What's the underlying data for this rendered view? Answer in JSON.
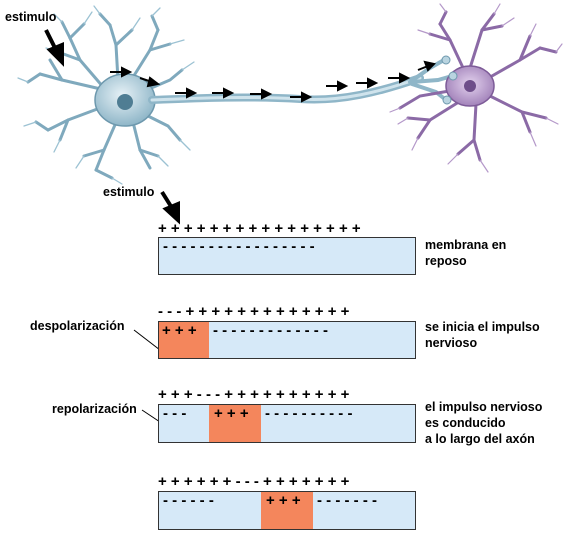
{
  "labels": {
    "stimulus_top": "estimulo",
    "stimulus_mid": "estimulo",
    "resting_line1": "membrana en",
    "resting_line2": "reposo",
    "depolarization": "despolarización",
    "impulse_start_line1": "se inicia el impulso",
    "impulse_start_line2": "nervioso",
    "repolarization": "repolarización",
    "conduction_line1": "el impulso nervioso",
    "conduction_line2": "es conducido",
    "conduction_line3": "a lo largo del axón"
  },
  "rows": [
    {
      "outer": "+ + + + + + + + + + + + + + + +",
      "inner": "- - - - - - - - - - - - - - - - -"
    },
    {
      "outer": "- - - + + + + + + + + + + + + +",
      "inner_zone": "+ + +",
      "inner_rest": "- - - - - - - - - - - - -"
    },
    {
      "outer": "+ + + - - - + + + + + + + + + +",
      "inner_left": "- - -",
      "inner_zone": "+ + +",
      "inner_rest": "- - - - - - - - - -"
    },
    {
      "outer": "+ + + + + + - - - + + + + + + +",
      "inner_left": "- - - - - -",
      "inner_zone": "+ + +",
      "inner_rest": "- - - - - - -"
    }
  ],
  "colors": {
    "membrane": "#d6e9f8",
    "depolarized": "#f4865c",
    "soma": "#9fc3d3",
    "target_neuron": "#a88bc0"
  }
}
